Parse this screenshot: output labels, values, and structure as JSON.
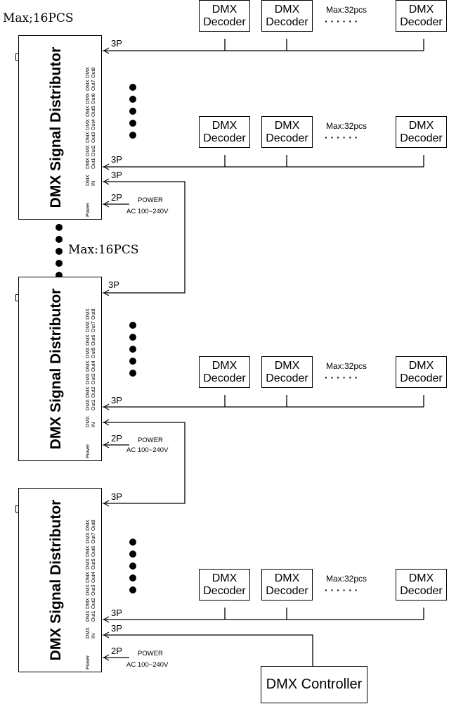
{
  "max_distributors_top": "Max;16PCS",
  "max_distributors_mid": "Max:16PCS",
  "distributor": {
    "title": "DMX Signal Distributor",
    "ports": {
      "power": "Power",
      "in": [
        "DMX",
        "IN"
      ],
      "outs": [
        [
          "DMX",
          "Out1"
        ],
        [
          "DMX",
          "Out2"
        ],
        [
          "DMX",
          "Out3"
        ],
        [
          "DMX",
          "Out4"
        ],
        [
          "DMX",
          "Out5"
        ],
        [
          "DMX",
          "Out6"
        ],
        [
          "DMX",
          "Out7"
        ],
        [
          "DMX",
          "Out8"
        ]
      ]
    }
  },
  "decoder": {
    "line1": "DMX",
    "line2": "Decoder"
  },
  "max_decoders": "Max:32pcs",
  "ellipsis": "· · · · · ·",
  "connector_3p": "3P",
  "connector_2p": "2P",
  "power_label": "POWER",
  "ac_label": "AC 100~240V",
  "controller": "DMX Controller"
}
